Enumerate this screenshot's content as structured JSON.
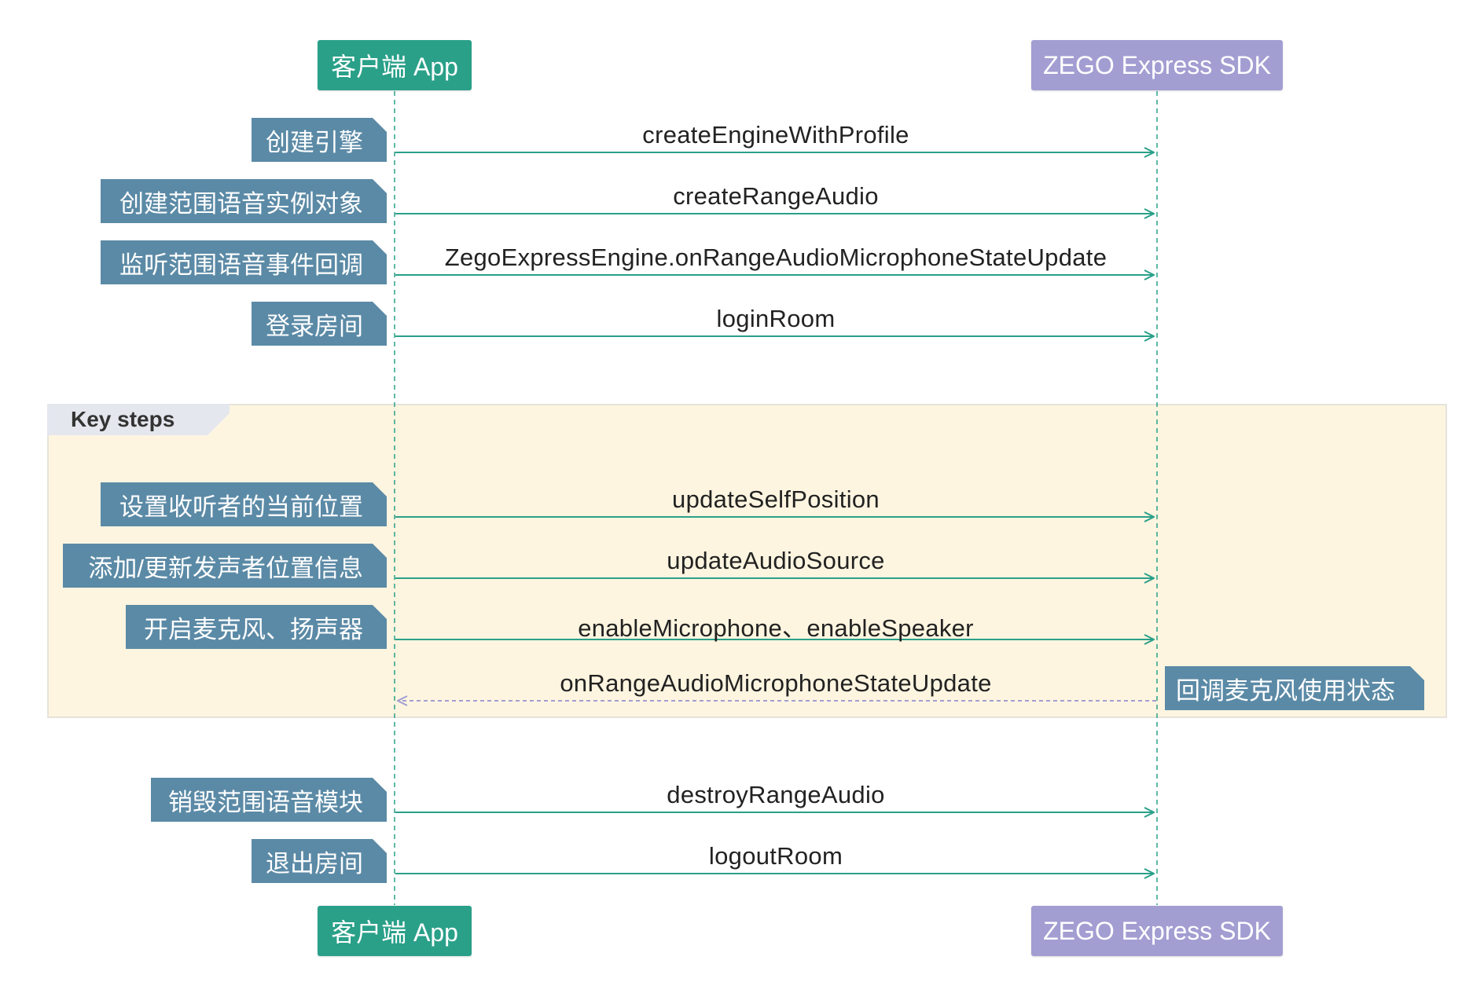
{
  "participants": {
    "app": "客户端 App",
    "sdk": "ZEGO Express SDK"
  },
  "colors": {
    "app": "#2aa089",
    "sdk": "#a29ed2",
    "note": "#5b8aa6",
    "arrow": "#2aa089",
    "return_arrow": "#a29ed2",
    "group_bg": "#fef5e0"
  },
  "group": {
    "label": "Key steps"
  },
  "messages": [
    {
      "note": "创建引擎",
      "label": "createEngineWithProfile"
    },
    {
      "note": "创建范围语音实例对象",
      "label": "createRangeAudio"
    },
    {
      "note": "监听范围语音事件回调",
      "label": "ZegoExpressEngine.onRangeAudioMicrophoneStateUpdate"
    },
    {
      "note": "登录房间",
      "label": "loginRoom"
    },
    {
      "note": "设置收听者的当前位置",
      "label": "updateSelfPosition"
    },
    {
      "note": "添加/更新发声者位置信息",
      "label": "updateAudioSource"
    },
    {
      "note": "开启麦克风、扬声器",
      "label": "enableMicrophone、enableSpeaker"
    },
    {
      "note": "回调麦克风使用状态",
      "label": "onRangeAudioMicrophoneStateUpdate"
    },
    {
      "note": "销毁范围语音模块",
      "label": "destroyRangeAudio"
    },
    {
      "note": "退出房间",
      "label": "logoutRoom"
    }
  ]
}
